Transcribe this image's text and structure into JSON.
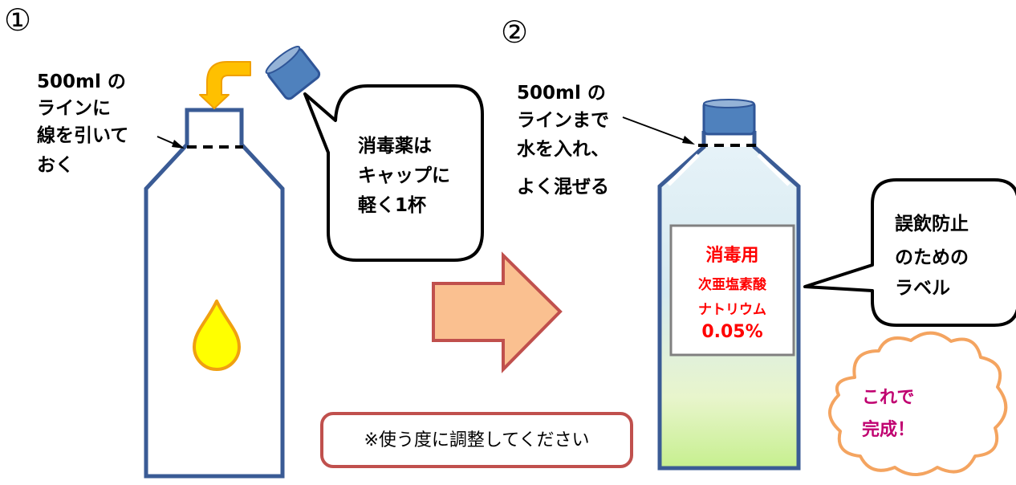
{
  "step1": {
    "number": "①",
    "instruction_lines": [
      "500ml の",
      "ラインに",
      "線を引いて",
      "おく"
    ],
    "bubble_lines": [
      "消毒薬は",
      "キャップに",
      "軽く1杯"
    ]
  },
  "step2": {
    "number": "②",
    "instruction_lines": [
      "500ml の",
      "ラインまで",
      "水を入れ、",
      "よく混ぜる"
    ],
    "label_lines": [
      "消毒用",
      "次亜塩素酸",
      "ナトリウム",
      "0.05%"
    ],
    "bubble_lines": [
      "誤飲防止",
      "のための",
      "ラベル"
    ],
    "cloud_lines": [
      "これで",
      "完成！"
    ]
  },
  "note": "※使う度に調整してください",
  "colors": {
    "bottle_outline": "#3a5b95",
    "cap": "#4f81bd",
    "arrow_fill": "#fac090",
    "arrow_stroke": "#c0504d",
    "drop": "#ffff00",
    "drop_outline": "#f0a010",
    "pour_arrow": "#ffc000",
    "note_border": "#c0504d",
    "cloud_border": "#f4a460",
    "cloud_text": "#c00070",
    "label_text": "#ff0000"
  }
}
